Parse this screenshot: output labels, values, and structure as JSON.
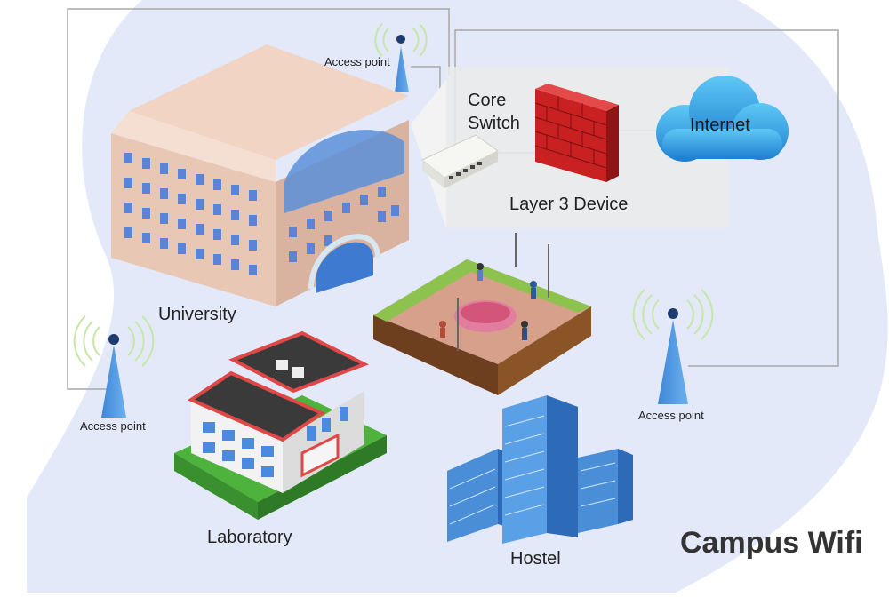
{
  "diagram": {
    "title": "Campus Wifi",
    "nodes": {
      "university": "University",
      "laboratory": "Laboratory",
      "hostel": "Hostel",
      "core_switch_line1": "Core",
      "core_switch_line2": "Switch",
      "layer3": "Layer 3 Device",
      "internet": "Internet",
      "ap_top": "Access point",
      "ap_left": "Access point",
      "ap_right": "Access point"
    }
  },
  "colors": {
    "background_blob": "#e3e9f9",
    "link_line": "#a7a7a7",
    "ap_tower": "#4a90d9",
    "wave": "#9fd36b",
    "cloud": "#2d9cdb",
    "firewall": "#d62a2a",
    "grass": "#5cbc3d"
  }
}
